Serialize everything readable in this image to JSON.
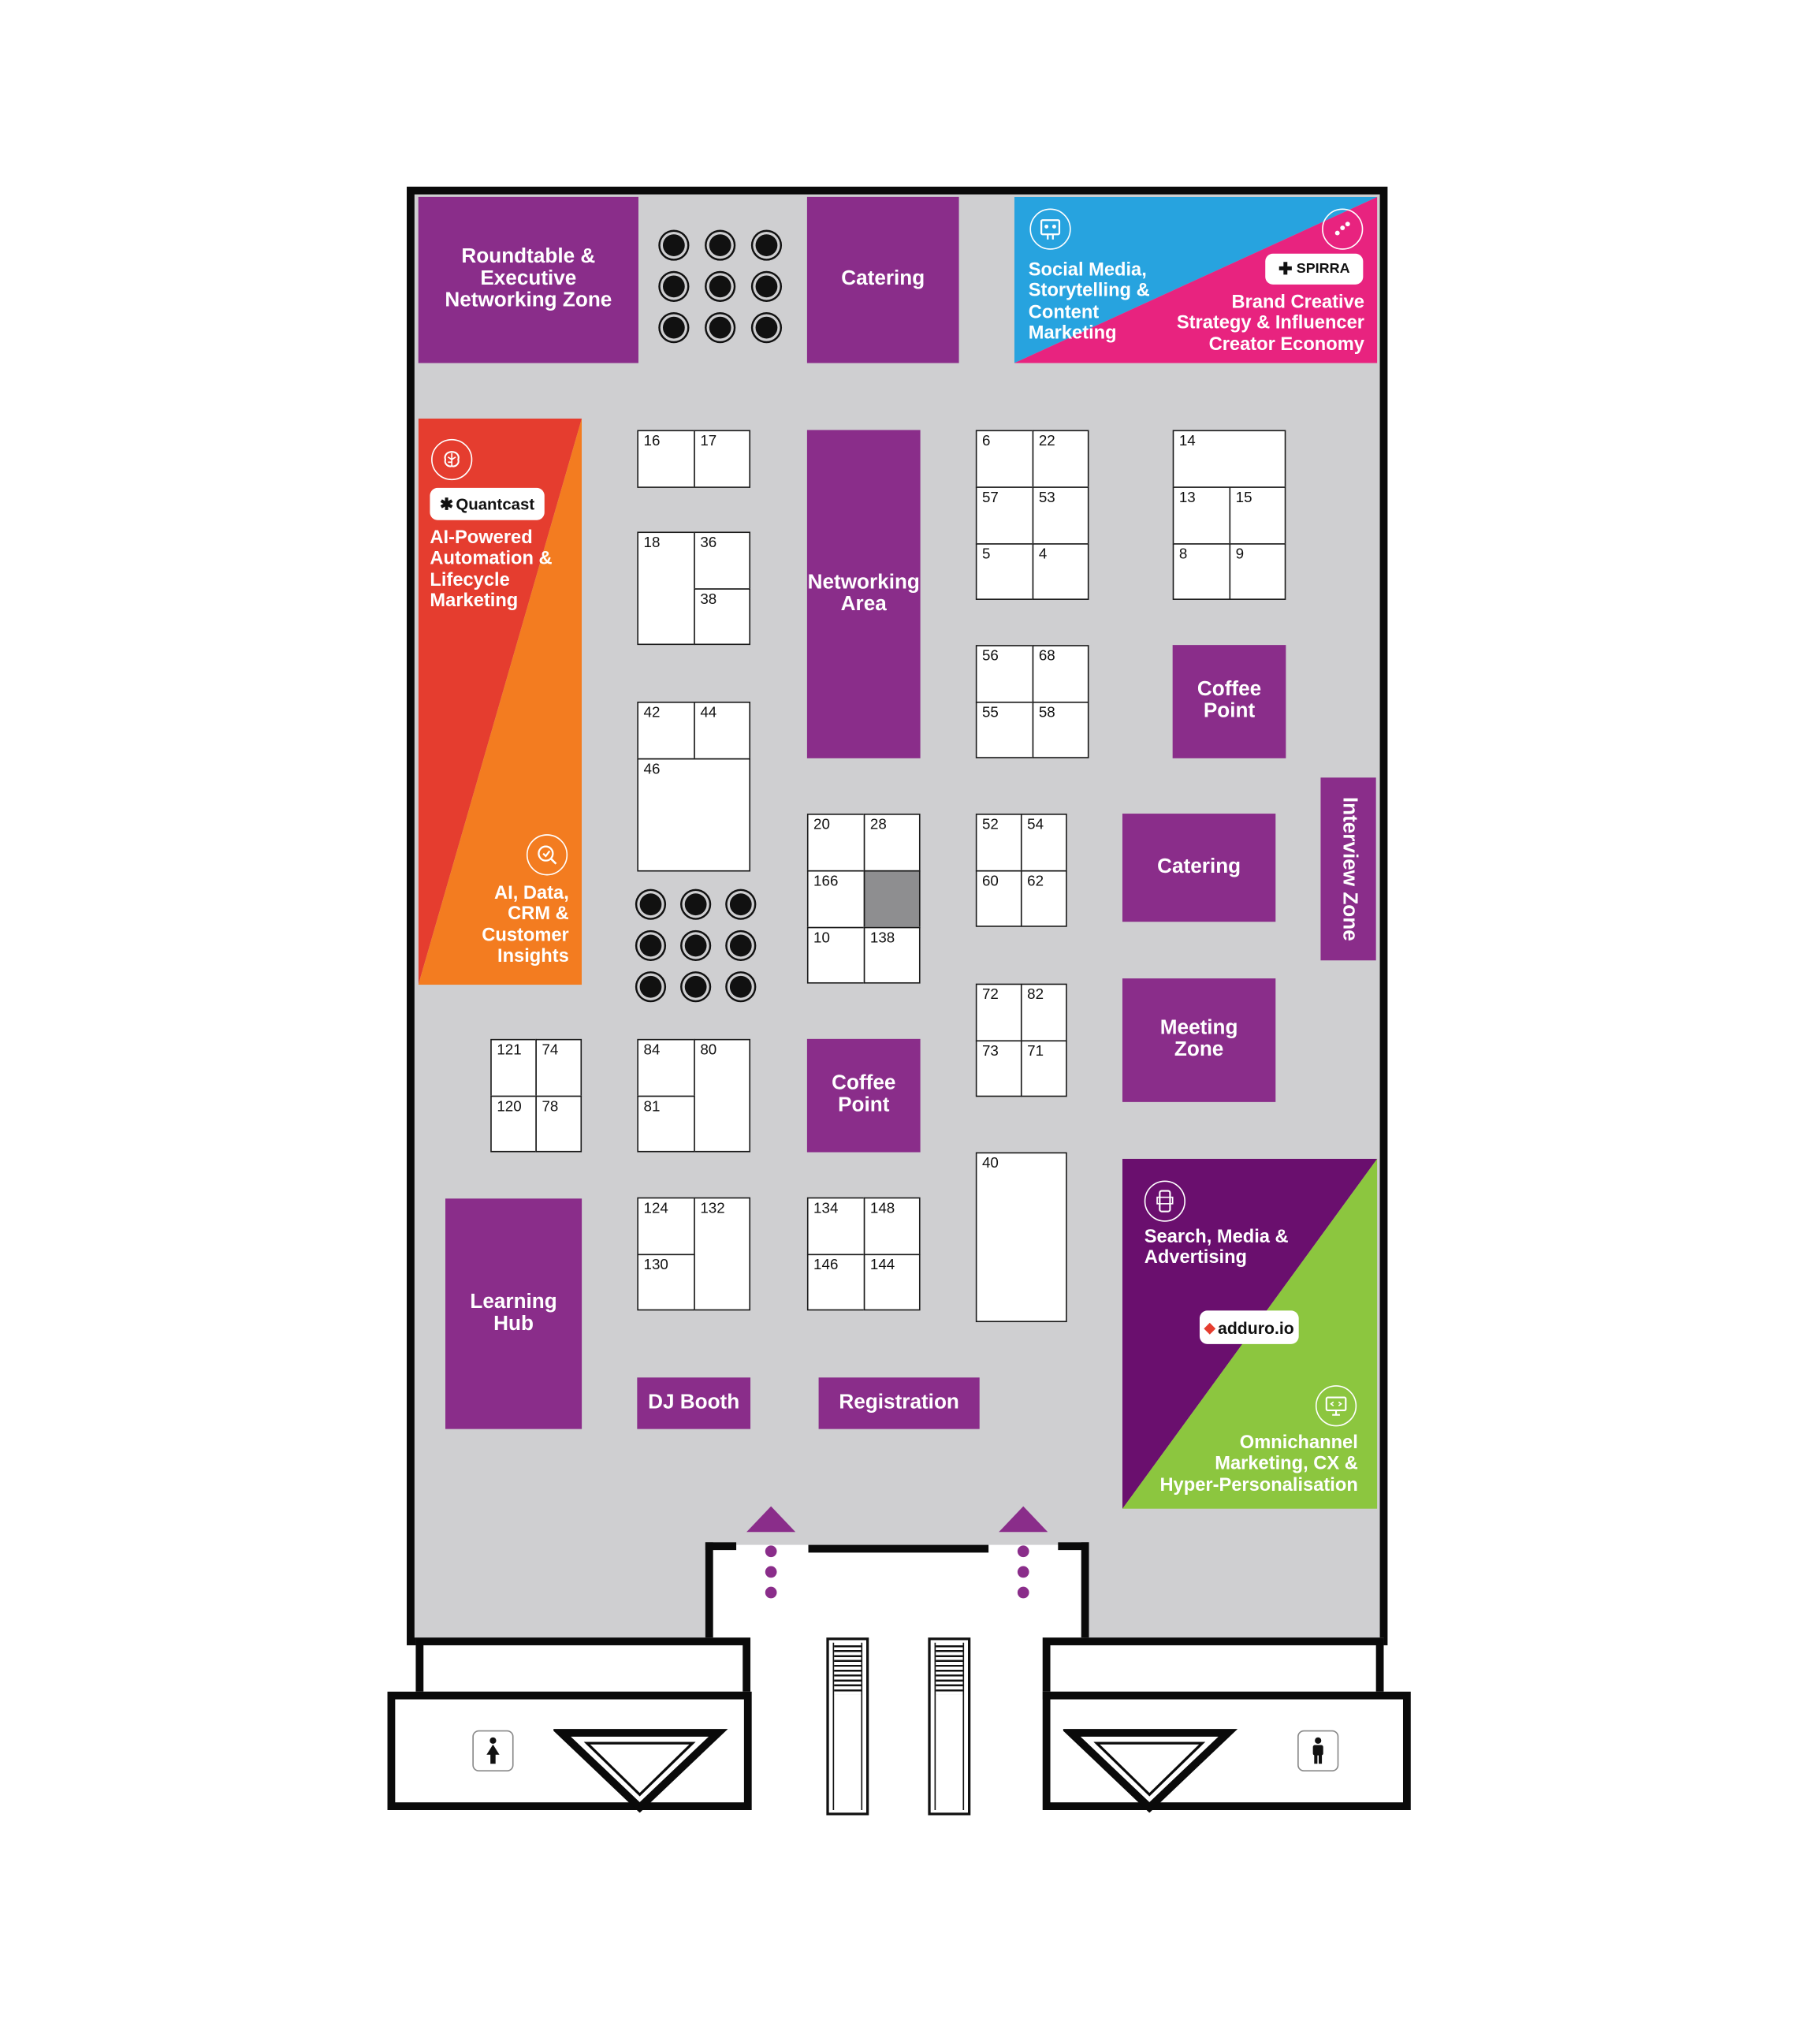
{
  "colors": {
    "zone_purple": "#8a2d8a",
    "floor_grey": "#cfcfd1",
    "dark_purple": "#6a0f6e",
    "blue": "#27a3df",
    "pink": "#e8237f",
    "red": "#e53d2f",
    "orange": "#f37c20",
    "green": "#8cc63f",
    "booth_filled": "#8e8e90"
  },
  "zones": {
    "roundtable": [
      "Roundtable &",
      "Executive",
      "Networking Zone"
    ],
    "catering_top": [
      "Catering"
    ],
    "networking": [
      "Networking",
      "Area"
    ],
    "coffee_right": [
      "Coffee",
      "Point"
    ],
    "catering_mid": [
      "Catering"
    ],
    "interview": [
      "Interview Zone"
    ],
    "meeting": [
      "Meeting",
      "Zone"
    ],
    "coffee_center": [
      "Coffee",
      "Point"
    ],
    "learning": [
      "Learning",
      "Hub"
    ],
    "dj": [
      "DJ Booth"
    ],
    "registration": [
      "Registration"
    ]
  },
  "sponsors": {
    "social": {
      "text": [
        "Social Media,",
        "Storytelling &",
        "Content",
        "Marketing"
      ],
      "icon": "social-media-icon"
    },
    "brand": {
      "text": [
        "Brand Creative",
        "Strategy & Influencer",
        "Creator Economy"
      ],
      "logo": "SPIRRA",
      "icon": "dots-icon"
    },
    "quantcast": {
      "logo": "Quantcast",
      "text": [
        "AI-Powered",
        "Automation &",
        "Lifecycle",
        "Marketing"
      ],
      "icon": "brain-icon"
    },
    "ai_data": {
      "text": [
        "AI, Data,",
        "CRM &",
        "Customer",
        "Insights"
      ],
      "icon": "target-search-icon"
    },
    "search": {
      "text": [
        "Search, Media &",
        "Advertising"
      ],
      "logo": "adduro.io",
      "icon": "mobile-ad-icon"
    },
    "omni": {
      "text": [
        "Omnichannel",
        "Marketing, CX &",
        "Hyper-Personalisation"
      ],
      "icon": "monitor-code-icon"
    }
  },
  "booths": {
    "b16": "16",
    "b17": "17",
    "b18": "18",
    "b36": "36",
    "b38": "38",
    "b42": "42",
    "b44": "44",
    "b46": "46",
    "b6": "6",
    "b22": "22",
    "b57": "57",
    "b53": "53",
    "b5": "5",
    "b4": "4",
    "b14": "14",
    "b13": "13",
    "b15": "15",
    "b8": "8",
    "b9": "9",
    "b56": "56",
    "b68": "68",
    "b55": "55",
    "b58": "58",
    "b20": "20",
    "b28": "28",
    "b166": "166",
    "b10": "10",
    "b138": "138",
    "b52": "52",
    "b54": "54",
    "b60": "60",
    "b62": "62",
    "b72": "72",
    "b82": "82",
    "b73": "73",
    "b71": "71",
    "b121": "121",
    "b74": "74",
    "b120": "120",
    "b78": "78",
    "b84": "84",
    "b80": "80",
    "b81": "81",
    "b40": "40",
    "b124": "124",
    "b132": "132",
    "b130": "130",
    "b134": "134",
    "b148": "148",
    "b146": "146",
    "b144": "144"
  },
  "facilities": {
    "womens_restroom": "female-restroom-icon",
    "mens_restroom": "male-restroom-icon",
    "entry_arrows": "entry-arrow-icon",
    "stairs": "stairs-icon"
  }
}
